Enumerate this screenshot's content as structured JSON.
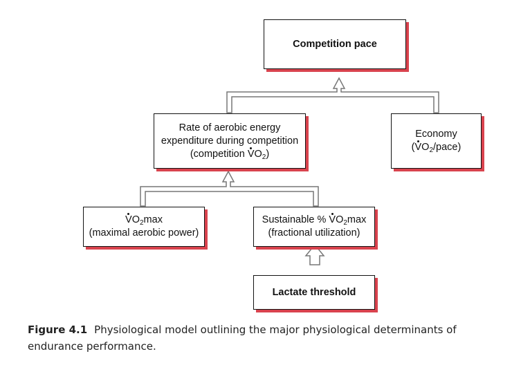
{
  "nodes": {
    "competition_pace": {
      "line1": "Competition pace"
    },
    "aerobic_expenditure": {
      "line1": "Rate of aerobic energy",
      "line2": "expenditure during competition",
      "line3_pre": "(competition ",
      "line3_v": "V",
      "line3_o": "O",
      "line3_sub": "2",
      "line3_post": ")"
    },
    "economy": {
      "line1": "Economy",
      "line2_pre": "(",
      "line2_v": "V",
      "line2_o": "O",
      "line2_sub": "2",
      "line2_post": "/pace)"
    },
    "vo2max": {
      "line1_v": "V",
      "line1_o": "O",
      "line1_sub": "2",
      "line1_post": "max",
      "line2": "(maximal aerobic power)"
    },
    "sustainable": {
      "line1_pre": "Sustainable % ",
      "line1_v": "V",
      "line1_o": "O",
      "line1_sub": "2",
      "line1_post": "max",
      "line2": "(fractional utilization)"
    },
    "lactate_threshold": {
      "line1": "Lactate threshold"
    }
  },
  "colors": {
    "shadow": "#d9434e",
    "connector_fill": "#ffffff",
    "connector_stroke": "#777777"
  },
  "caption": {
    "label": "Figure 4.1",
    "text": "Physiological model outlining the major physiological determinants of endurance performance."
  }
}
